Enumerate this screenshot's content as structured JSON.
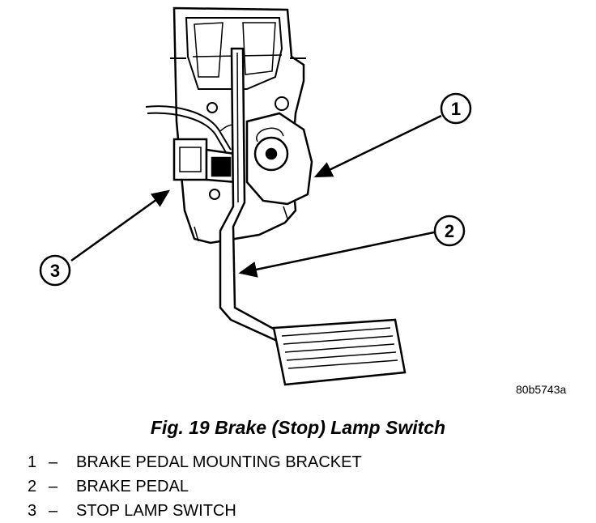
{
  "diagram": {
    "callouts": [
      "1",
      "2",
      "3"
    ],
    "reference_id": "80b5743a"
  },
  "caption": {
    "title": "Fig. 19 Brake (Stop) Lamp Switch"
  },
  "legend": [
    {
      "num": "1",
      "dash": "–",
      "label": "BRAKE PEDAL MOUNTING BRACKET"
    },
    {
      "num": "2",
      "dash": "–",
      "label": "BRAKE PEDAL"
    },
    {
      "num": "3",
      "dash": "–",
      "label": "STOP LAMP SWITCH"
    }
  ],
  "colors": {
    "line": "#000000",
    "fill": "#ffffff"
  }
}
